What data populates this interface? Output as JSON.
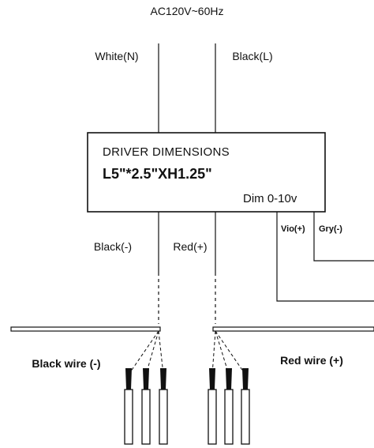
{
  "supply": {
    "label": "AC120V~60Hz"
  },
  "input_wires": {
    "left_label": "White(N)",
    "right_label": "Black(L)"
  },
  "driver": {
    "title": "DRIVER DIMENSIONS",
    "size": "L5\"*2.5\"XH1.25\"",
    "dim": "Dim 0-10v"
  },
  "dim_wires": {
    "violet_label": "Vio(+)",
    "gray_label": "Gry(-)"
  },
  "output_wires": {
    "left_label": "Black(-)",
    "right_label": "Red(+)"
  },
  "groups": {
    "left_label": "Black wire (-)",
    "right_label": "Red wire (+)"
  }
}
